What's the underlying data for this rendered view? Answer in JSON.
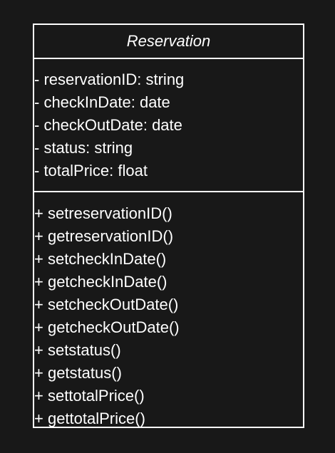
{
  "diagram": {
    "class_name": "Reservation",
    "attributes": [
      "- reservationID: string",
      "- checkInDate: date",
      "- checkOutDate: date",
      "- status: string",
      "- totalPrice: float"
    ],
    "methods": [
      "+ setreservationID()",
      "+ getreservationID()",
      "+ setcheckInDate()",
      "+ getcheckInDate()",
      "+ setcheckOutDate()",
      "+ getcheckOutDate()",
      "+ setstatus()",
      "+ getstatus()",
      "+ settotalPrice()",
      "+ gettotalPrice()"
    ]
  },
  "colors": {
    "background": "#181818",
    "stroke": "#ffffff",
    "text": "#ffffff"
  }
}
